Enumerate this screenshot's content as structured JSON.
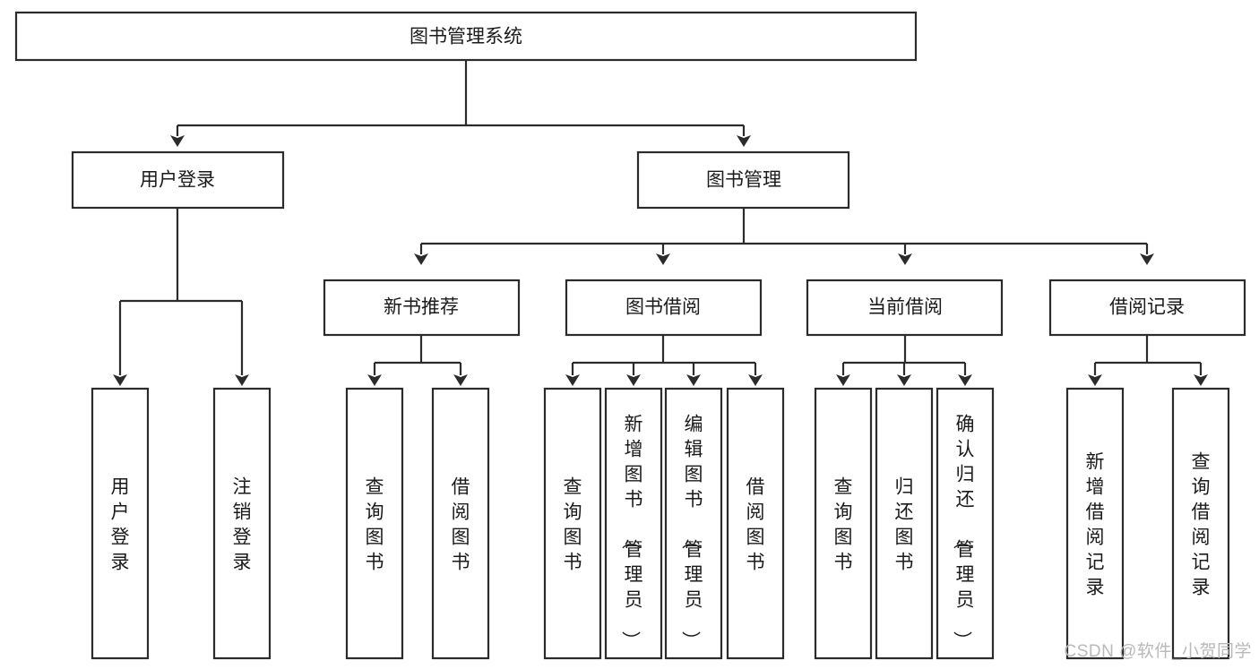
{
  "diagram": {
    "type": "tree",
    "title": "图书管理系统",
    "watermark": "CSDN @软件_小贺同学",
    "root": {
      "id": "root",
      "label": "图书管理系统",
      "orientation": "horizontal"
    },
    "level2": [
      {
        "id": "user-login",
        "label": "用户登录",
        "orientation": "horizontal"
      },
      {
        "id": "book-management",
        "label": "图书管理",
        "orientation": "horizontal"
      }
    ],
    "level3": [
      {
        "id": "new-book-recommend",
        "label": "新书推荐",
        "orientation": "horizontal",
        "parent": "book-management"
      },
      {
        "id": "book-borrow",
        "label": "图书借阅",
        "orientation": "horizontal",
        "parent": "book-management"
      },
      {
        "id": "current-borrow",
        "label": "当前借阅",
        "orientation": "horizontal",
        "parent": "book-management"
      },
      {
        "id": "borrow-record",
        "label": "借阅记录",
        "orientation": "horizontal",
        "parent": "book-management"
      }
    ],
    "leaves": [
      {
        "id": "leaf-user-login",
        "label": "用户登录",
        "orientation": "vertical",
        "parent": "user-login"
      },
      {
        "id": "leaf-logout",
        "label": "注销登录",
        "orientation": "vertical",
        "parent": "user-login"
      },
      {
        "id": "leaf-query-book-1",
        "label": "查询图书",
        "orientation": "vertical",
        "parent": "new-book-recommend"
      },
      {
        "id": "leaf-borrow-book-1",
        "label": "借阅图书",
        "orientation": "vertical",
        "parent": "new-book-recommend"
      },
      {
        "id": "leaf-query-book-2",
        "label": "查询图书",
        "orientation": "vertical",
        "parent": "book-borrow"
      },
      {
        "id": "leaf-add-book",
        "label": "新增图书（管理员）",
        "orientation": "vertical",
        "parent": "book-borrow"
      },
      {
        "id": "leaf-edit-book",
        "label": "编辑图书（管理员）",
        "orientation": "vertical",
        "parent": "book-borrow"
      },
      {
        "id": "leaf-borrow-book-2",
        "label": "借阅图书",
        "orientation": "vertical",
        "parent": "book-borrow"
      },
      {
        "id": "leaf-query-book-3",
        "label": "查询图书",
        "orientation": "vertical",
        "parent": "current-borrow"
      },
      {
        "id": "leaf-return-book",
        "label": "归还图书",
        "orientation": "vertical",
        "parent": "current-borrow"
      },
      {
        "id": "leaf-confirm-return",
        "label": "确认归还（管理员）",
        "orientation": "vertical",
        "parent": "current-borrow"
      },
      {
        "id": "leaf-add-record",
        "label": "新增借阅记录",
        "orientation": "vertical",
        "parent": "borrow-record"
      },
      {
        "id": "leaf-query-record",
        "label": "查询借阅记录",
        "orientation": "vertical",
        "parent": "borrow-record"
      }
    ],
    "colors": {
      "box_stroke": "#2b2b2b",
      "box_fill": "#ffffff",
      "text": "#1a1a1a",
      "connector": "#2b2b2b",
      "watermark": "#b9b9b9",
      "background": "#ffffff"
    }
  }
}
